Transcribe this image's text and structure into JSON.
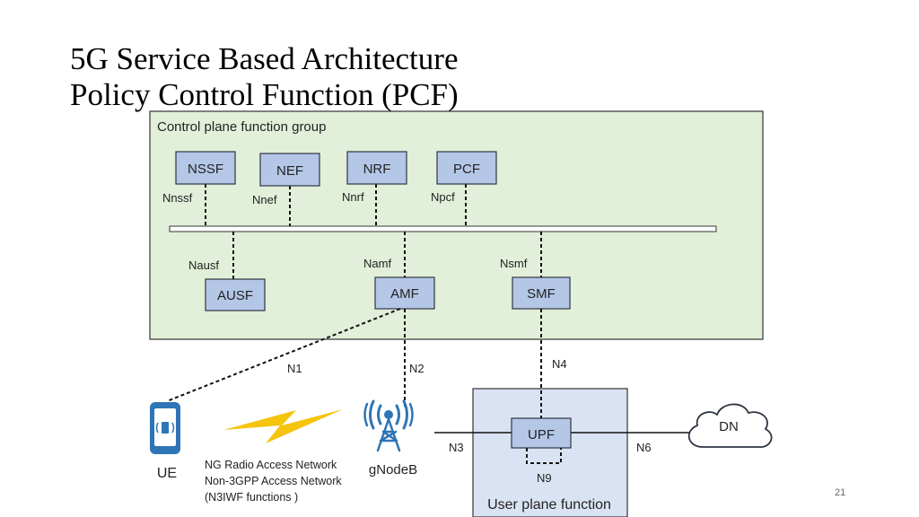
{
  "title": {
    "line1": "5G Service Based Architecture",
    "line2": "Policy Control Function (PCF)"
  },
  "control_plane": {
    "label": "Control plane function group",
    "nfs": [
      {
        "name": "NSSF",
        "interface": "Nnssf"
      },
      {
        "name": "NEF",
        "interface": "Nnef"
      },
      {
        "name": "NRF",
        "interface": "Nnrf"
      },
      {
        "name": "PCF",
        "interface": "Npcf"
      },
      {
        "name": "AUSF",
        "interface": "Nausf"
      },
      {
        "name": "AMF",
        "interface": "Namf"
      },
      {
        "name": "SMF",
        "interface": "Nsmf"
      }
    ]
  },
  "reference_points": {
    "n1": "N1",
    "n2": "N2",
    "n3": "N3",
    "n4": "N4",
    "n6": "N6",
    "n9": "N9"
  },
  "user_plane": {
    "label": "User plane function",
    "upf": "UPF"
  },
  "dn": "DN",
  "ue": "UE",
  "gnodeb": "gNodeB",
  "access_note": [
    "NG Radio Access Network",
    "Non-3GPP Access Network",
    "(N3IWF functions )"
  ],
  "page_number": "21",
  "colors": {
    "control_plane_fill": "#e2efd9",
    "user_plane_fill": "#dae3f3",
    "nf_box": "#b4c7e7",
    "ue_blue": "#2e75b6",
    "lightning": "#f5c40d"
  }
}
